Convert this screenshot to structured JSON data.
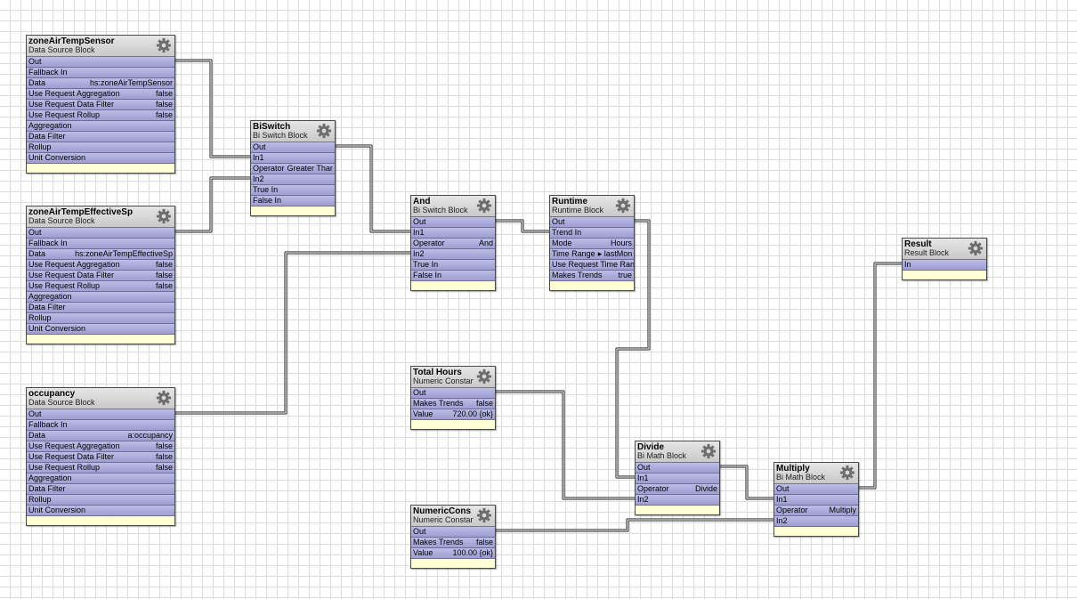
{
  "blocks": [
    {
      "id": "zoneAirTempSensor",
      "title": "zoneAirTempSensor",
      "subtitle": "Data Source Block",
      "rows": [
        {
          "label": "Out",
          "value": ""
        },
        {
          "label": "Fallback In",
          "value": ""
        },
        {
          "label": "Data",
          "value": "hs:zoneAirTempSensor"
        },
        {
          "label": "Use Request Aggregation",
          "value": "false"
        },
        {
          "label": "Use Request Data Filter",
          "value": "false"
        },
        {
          "label": "Use Request Rollup",
          "value": "false"
        },
        {
          "label": "Aggregation",
          "value": ""
        },
        {
          "label": "Data Filter",
          "value": ""
        },
        {
          "label": "Rollup",
          "value": ""
        },
        {
          "label": "Unit Conversion",
          "value": ""
        }
      ]
    },
    {
      "id": "zoneAirTempEffectiveSp",
      "title": "zoneAirTempEffectiveSp",
      "subtitle": "Data Source Block",
      "rows": [
        {
          "label": "Out",
          "value": ""
        },
        {
          "label": "Fallback In",
          "value": ""
        },
        {
          "label": "Data",
          "value": "hs:zoneAirTempEffectiveSp"
        },
        {
          "label": "Use Request Aggregation",
          "value": "false"
        },
        {
          "label": "Use Request Data Filter",
          "value": "false"
        },
        {
          "label": "Use Request Rollup",
          "value": "false"
        },
        {
          "label": "Aggregation",
          "value": ""
        },
        {
          "label": "Data Filter",
          "value": ""
        },
        {
          "label": "Rollup",
          "value": ""
        },
        {
          "label": "Unit Conversion",
          "value": ""
        }
      ]
    },
    {
      "id": "occupancy",
      "title": "occupancy",
      "subtitle": "Data Source Block",
      "rows": [
        {
          "label": "Out",
          "value": ""
        },
        {
          "label": "Fallback In",
          "value": ""
        },
        {
          "label": "Data",
          "value": "a:occupancy"
        },
        {
          "label": "Use Request Aggregation",
          "value": "false"
        },
        {
          "label": "Use Request Data Filter",
          "value": "false"
        },
        {
          "label": "Use Request Rollup",
          "value": "false"
        },
        {
          "label": "Aggregation",
          "value": ""
        },
        {
          "label": "Data Filter",
          "value": ""
        },
        {
          "label": "Rollup",
          "value": ""
        },
        {
          "label": "Unit Conversion",
          "value": ""
        }
      ]
    },
    {
      "id": "biswitch",
      "title": "BiSwitch",
      "subtitle": "Bi Switch Block",
      "rows": [
        {
          "label": "Out",
          "value": ""
        },
        {
          "label": "In1",
          "value": ""
        },
        {
          "label": "Operator",
          "value": "Greater Than"
        },
        {
          "label": "In2",
          "value": ""
        },
        {
          "label": "True In",
          "value": ""
        },
        {
          "label": "False In",
          "value": ""
        }
      ]
    },
    {
      "id": "and",
      "title": "And",
      "subtitle": "Bi Switch Block",
      "rows": [
        {
          "label": "Out",
          "value": ""
        },
        {
          "label": "In1",
          "value": ""
        },
        {
          "label": "Operator",
          "value": "And"
        },
        {
          "label": "In2",
          "value": ""
        },
        {
          "label": "True In",
          "value": ""
        },
        {
          "label": "False In",
          "value": ""
        }
      ]
    },
    {
      "id": "runtime",
      "title": "Runtime",
      "subtitle": "Runtime Block",
      "rows": [
        {
          "label": "Out",
          "value": ""
        },
        {
          "label": "Trend In",
          "value": ""
        },
        {
          "label": "Mode",
          "value": "Hours"
        },
        {
          "label": "Time Range",
          "value": "▸ lastMonth"
        },
        {
          "label": "Use Request Time Range",
          "value": ""
        },
        {
          "label": "Makes Trends",
          "value": "true"
        }
      ]
    },
    {
      "id": "result",
      "title": "Result",
      "subtitle": "Result Block",
      "rows": [
        {
          "label": "In",
          "value": ""
        }
      ]
    },
    {
      "id": "totalHours",
      "title": "Total Hours",
      "subtitle": "Numeric Constant",
      "rows": [
        {
          "label": "Out",
          "value": ""
        },
        {
          "label": "Makes Trends",
          "value": "false"
        },
        {
          "label": "Value",
          "value": "720.00 {ok}"
        }
      ]
    },
    {
      "id": "numericCons",
      "title": "NumericCons",
      "subtitle": "Numeric Constant",
      "rows": [
        {
          "label": "Out",
          "value": ""
        },
        {
          "label": "Makes Trends",
          "value": "false"
        },
        {
          "label": "Value",
          "value": "100.00 {ok}"
        }
      ]
    },
    {
      "id": "divide",
      "title": "Divide",
      "subtitle": "Bi Math Block",
      "rows": [
        {
          "label": "Out",
          "value": ""
        },
        {
          "label": "In1",
          "value": ""
        },
        {
          "label": "Operator",
          "value": "Divide"
        },
        {
          "label": "In2",
          "value": ""
        }
      ]
    },
    {
      "id": "multiply",
      "title": "Multiply",
      "subtitle": "Bi Math Block",
      "rows": [
        {
          "label": "Out",
          "value": ""
        },
        {
          "label": "In1",
          "value": ""
        },
        {
          "label": "Operator",
          "value": "Multiply"
        },
        {
          "label": "In2",
          "value": ""
        }
      ]
    }
  ],
  "links": [
    {
      "from": "zoneAirTempSensor.Out",
      "to": "biswitch.In1"
    },
    {
      "from": "zoneAirTempEffectiveSp.Out",
      "to": "biswitch.In2"
    },
    {
      "from": "biswitch.Out",
      "to": "and.In1"
    },
    {
      "from": "occupancy.Out",
      "to": "and.In2"
    },
    {
      "from": "and.Out",
      "to": "runtime.Trend In"
    },
    {
      "from": "runtime.Out",
      "to": "divide.In1"
    },
    {
      "from": "totalHours.Out",
      "to": "divide.In2"
    },
    {
      "from": "divide.Out",
      "to": "multiply.In1"
    },
    {
      "from": "numericCons.Out",
      "to": "multiply.In2"
    },
    {
      "from": "multiply.Out",
      "to": "result.In"
    }
  ]
}
